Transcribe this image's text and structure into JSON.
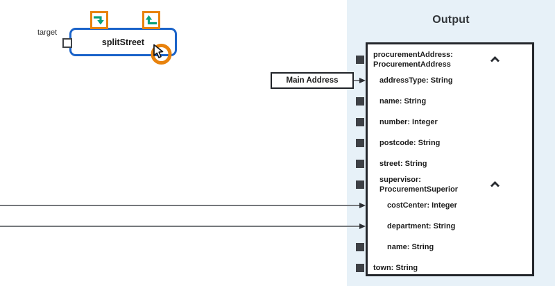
{
  "function_node": {
    "label": "splitStreet",
    "port_label": "target",
    "toolbar_icons": [
      {
        "name": "arrow-step-into-icon",
        "color": "#0aa17c"
      },
      {
        "name": "arrow-step-out-icon",
        "color": "#0aa17c"
      }
    ]
  },
  "annotation_box": {
    "label": "Main Address"
  },
  "output_panel": {
    "title": "Output",
    "fields": [
      {
        "label": "procurementAddress: ProcurementAddress",
        "level": 1,
        "connector": "square",
        "chevron": true
      },
      {
        "label": "addressType: String",
        "level": 2,
        "connector": "arrow-short"
      },
      {
        "label": "name: String",
        "level": 2,
        "connector": "square"
      },
      {
        "label": "number: Integer",
        "level": 2,
        "connector": "square"
      },
      {
        "label": "postcode: String",
        "level": 2,
        "connector": "square"
      },
      {
        "label": "street: String",
        "level": 2,
        "connector": "square"
      },
      {
        "label": "supervisor: ProcurementSuperior",
        "level": 2,
        "connector": "square",
        "chevron": true
      },
      {
        "label": "costCenter: Integer",
        "level": 3,
        "connector": "arrow-long"
      },
      {
        "label": "department: String",
        "level": 3,
        "connector": "arrow-long"
      },
      {
        "label": "name: String",
        "level": 3,
        "connector": "square"
      },
      {
        "label": "town: String",
        "level": 1,
        "connector": "square"
      }
    ]
  },
  "colors": {
    "accent_orange": "#e8820c",
    "accent_green": "#0aa17c",
    "node_blue": "#1a63c9",
    "panel_bg": "#e7f1f8",
    "box_border": "#23262b",
    "connector_gray": "#3d4045",
    "arrow_line_gray": "#75787c",
    "text": "#1c1c1c"
  }
}
